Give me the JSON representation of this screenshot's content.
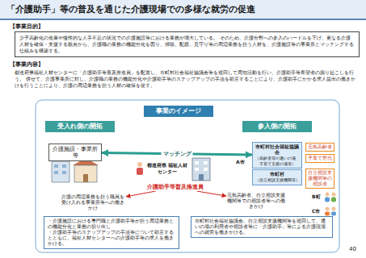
{
  "diagram": {
    "title": "「介護助手」等の普及を通じた介護現場での多様な就労の促進",
    "nodes": [
      {
        "text": [
          "【事業目的】",
          "少子高齢化の進展や慢性的な人手不足の状況での介護施設等における業務が増大している。 そのため、介護分野への参入のハードルを下げ、更なる介護人材を確保・支援する観点から、介護職の業務の機能分化を図り、掃除、配膳、見守り等の周辺業務を担う人材を、介護施設等の事業所とマッチングする仕組みを構築する。"
        ]
      },
      {
        "text": [
          "受入れ側の開拓"
        ]
      },
      {
        "text": [
          "事業のイメージ"
        ]
      },
      {
        "text": [
          "参入側の開拓"
        ]
      },
      {
        "text": [
          "介護施設・事業所等"
        ]
      },
      {
        "text": [
          "都道府県 福祉人材センター"
        ]
      },
      {
        "text": [
          "介護助手等普及推進員"
        ]
      },
      {
        "text": [
          "市町村社会福祉協議会",
          "（高齢者等の通いの場、子育て支援の場等）"
        ]
      },
      {
        "text": [
          "元気高齢者"
        ]
      },
      {
        "text": [
          "子育て世代"
        ]
      },
      {
        "text": [
          "市町村",
          "（自立相談支援機関等）"
        ]
      },
      {
        "text": [
          "自立相談支援機関等の相談者"
        ]
      },
      {
        "text": [
          "介護の周辺業務を担う職員を受け入れる事業所等への働きかけ"
        ]
      },
      {
        "text": [
          "・介護施設における専門職と介護助手等が担う周辺業務との機能分化と業務の切り出し",
          "・介護助手等のステップアップの手法等について助言するとともに、福祉人材センターへの介護助手等の求人を働きかける。"
        ]
      },
      {
        "text": [
          "元気高齢者、自立相談支援機関等での相談者等への働きかけ"
        ]
      },
      {
        "text": [
          "市町村社会福祉協議会、自立相談支援機関等を巡回して、通いの場の利用者や相談者等に「介護助手」等による介護現場への就労を働きかける。"
        ]
      }
    ],
    "edges": [
      {
        "from": 4,
        "to": 7,
        "label": "マッチング",
        "arrow": "both"
      },
      {
        "from": 6,
        "to": 12,
        "arrow": "to"
      },
      {
        "from": 6,
        "to": 14,
        "arrow": "to"
      }
    ],
    "labels": [
      "【事業内容】",
      "都道府県福祉人材センターに「介護助手等普及推進員」を配置し、市町村社会福祉協議会等を巡回して周知活動を行い、介護助手等希望者の掘り起こしを行う。 併せて、介護事業所に対し、介護職の業務の機能分化や介護助手等のステップアップの手法を助言することにより、介護助手にかかる求人提出の働きかけを行うことにより、介護の周辺業務を担う人材の確保を促す。",
      "A市",
      "B町",
      "C市",
      "40"
    ]
  }
}
